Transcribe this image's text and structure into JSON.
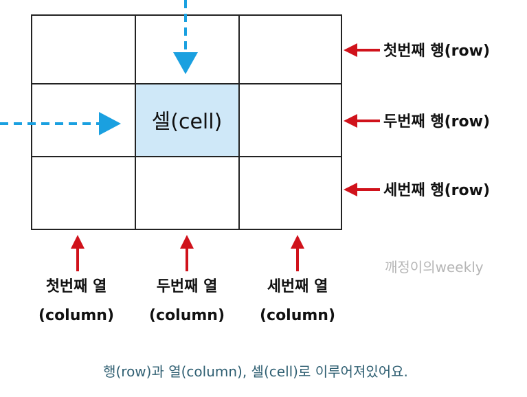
{
  "cell": {
    "label": "셀(cell)"
  },
  "rows": [
    {
      "label": "첫번째 행(row)"
    },
    {
      "label": "두번째 행(row)"
    },
    {
      "label": "세번째 행(row)"
    }
  ],
  "columns": [
    {
      "label_line1": "첫번째 열",
      "label_line2": "(column)"
    },
    {
      "label_line1": "두번째 열",
      "label_line2": "(column)"
    },
    {
      "label_line1": "세번째 열",
      "label_line2": "(column)"
    }
  ],
  "watermark": "깨정이의weekly",
  "caption": "행(row)과 열(column), 셀(cell)로 이루어져있어요.",
  "colors": {
    "grid_line": "#222222",
    "highlight_fill": "#cfe8f8",
    "blue_arrow": "#1aa0e0",
    "red_arrow": "#d0121b",
    "caption_text": "#2f5f72",
    "watermark_text": "#b5b5b5"
  }
}
